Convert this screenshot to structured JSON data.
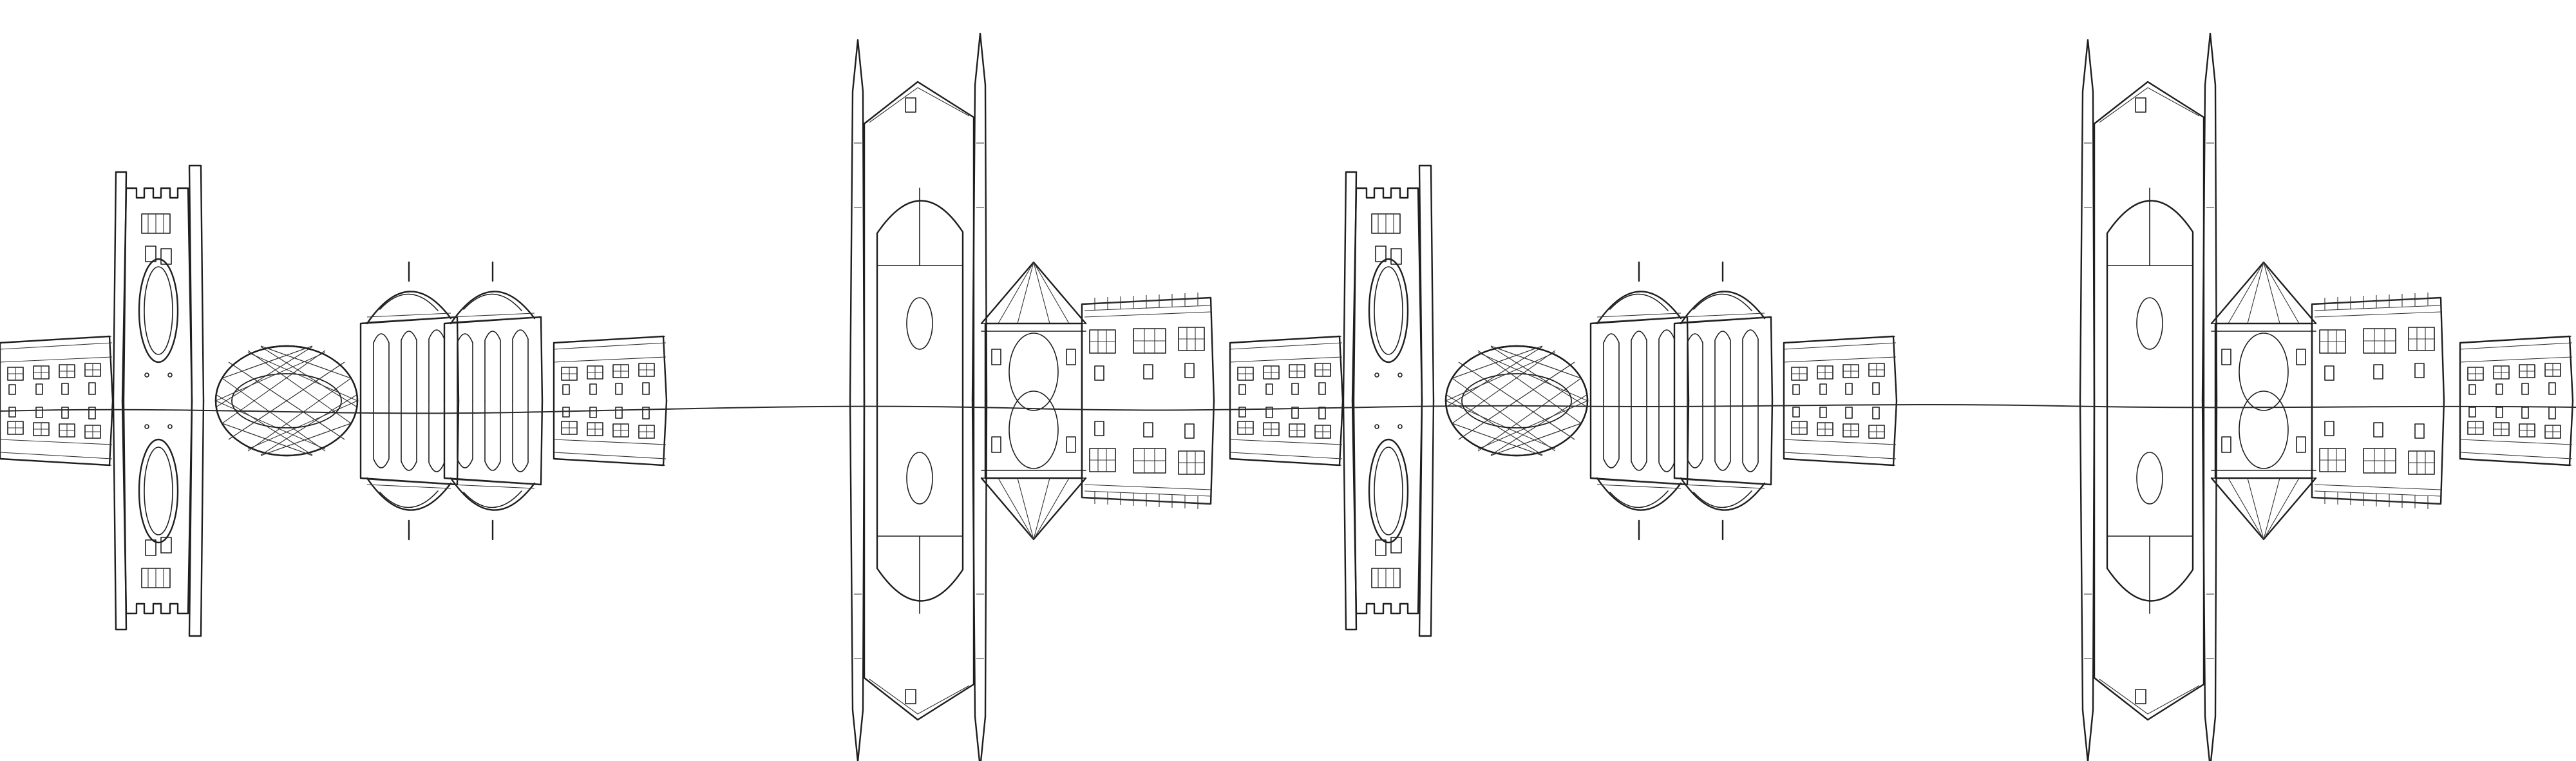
{
  "artwork": {
    "kind": "line-drawing",
    "subject": "",
    "background_color": "#ffffff",
    "ink_color": "#1e1e1e",
    "mirrored_reflection": true
  },
  "building_types": [
    "row-house",
    "crenellated-tower",
    "ornate-lattice-bridge",
    "domed-pavilion",
    "twin-spire-chapel",
    "octagonal-kiosk"
  ]
}
